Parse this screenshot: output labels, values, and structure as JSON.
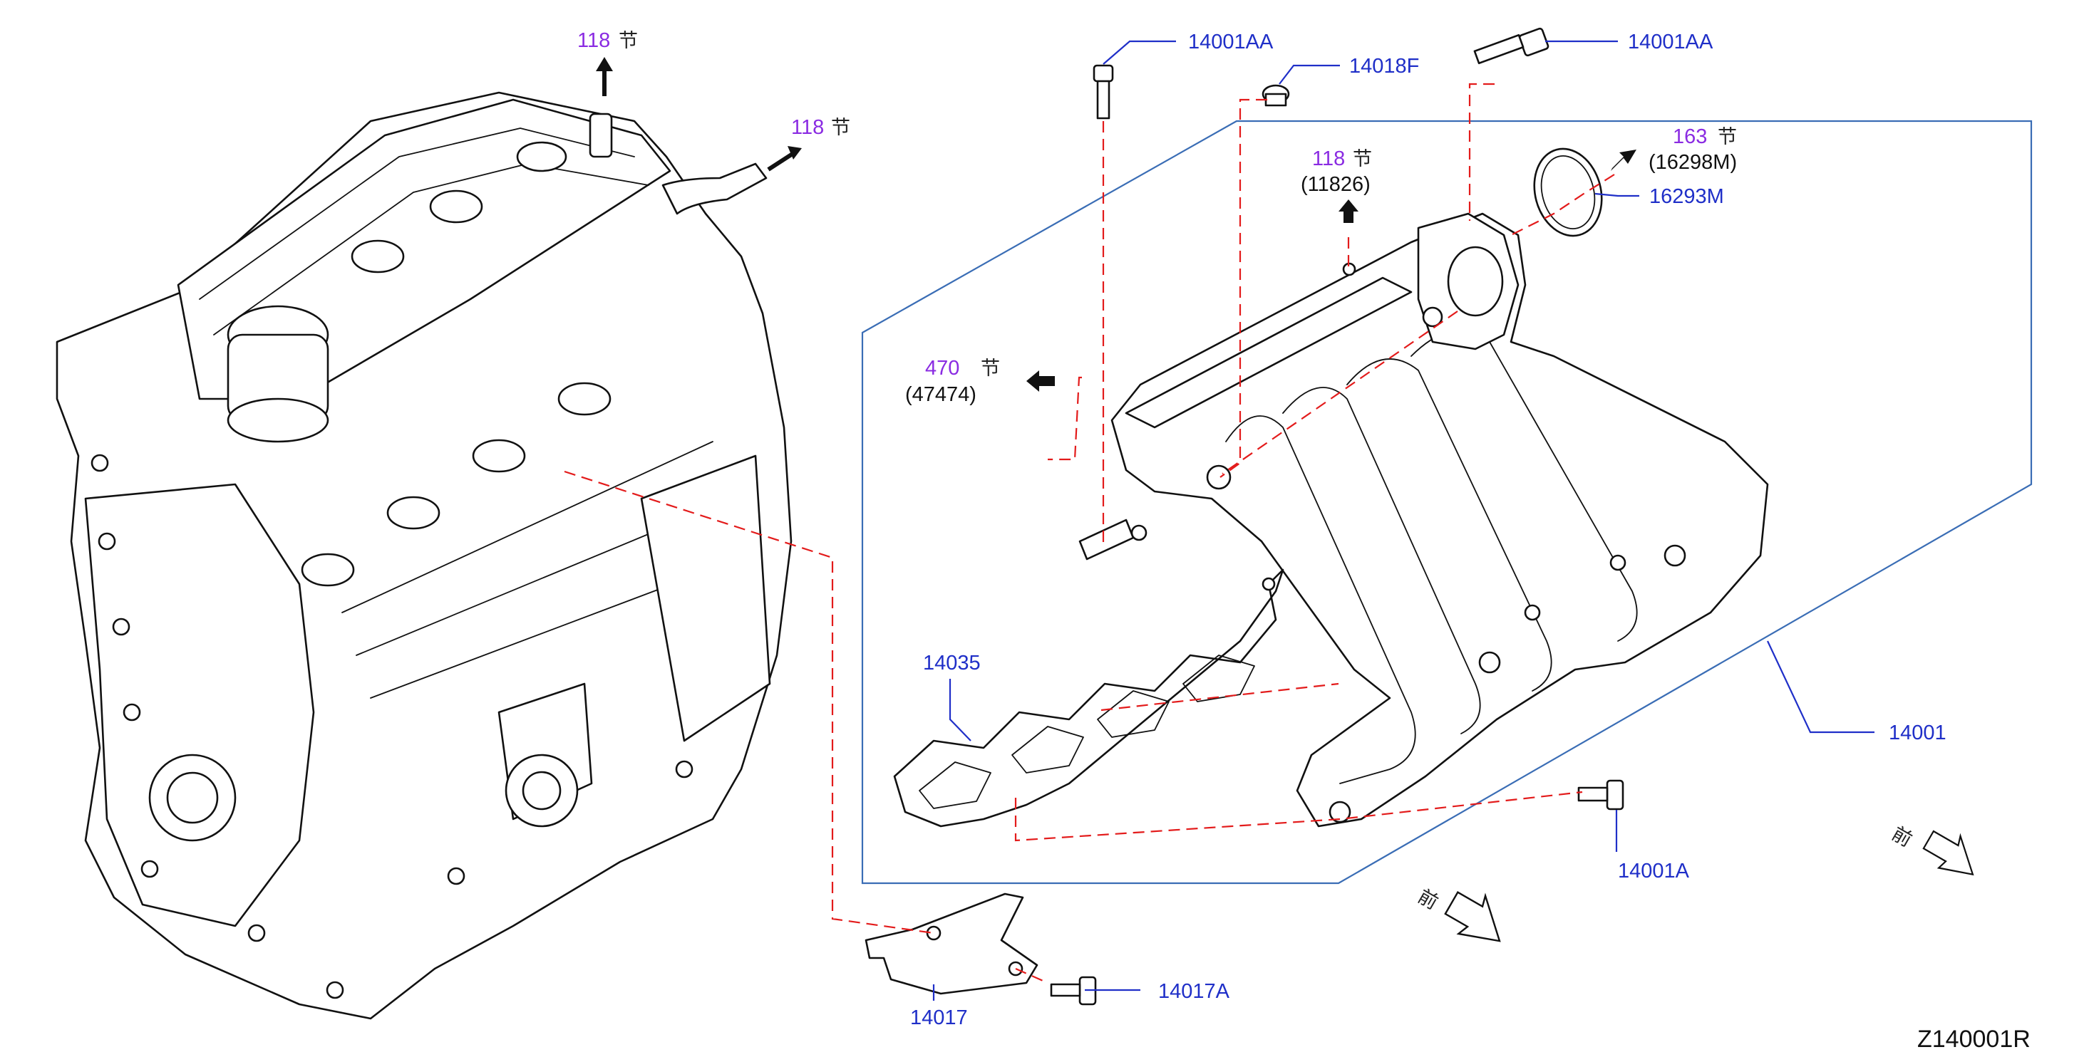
{
  "diagram_id": "Z140001R",
  "section_char": "节",
  "front_char": "前",
  "refs": {
    "r118_top": "118",
    "r118_right": "118",
    "r118_mid": "118",
    "r118_mid_sub": "(11826)",
    "r163": "163",
    "r163_sub": "(16298M)",
    "r470": "470",
    "r470_sub": "(47474)"
  },
  "parts": {
    "p14001AA_left": "14001AA",
    "p14001AA_right": "14001AA",
    "p14018F": "14018F",
    "p16293M": "16293M",
    "p14035": "14035",
    "p14001": "14001",
    "p14001A": "14001A",
    "p14017": "14017",
    "p14017A": "14017A"
  },
  "colors": {
    "part_label": "#1f2fc8",
    "ref_label": "#8a2be2",
    "leader_dash": "#e31b1b",
    "frame": "#3a6db5"
  }
}
